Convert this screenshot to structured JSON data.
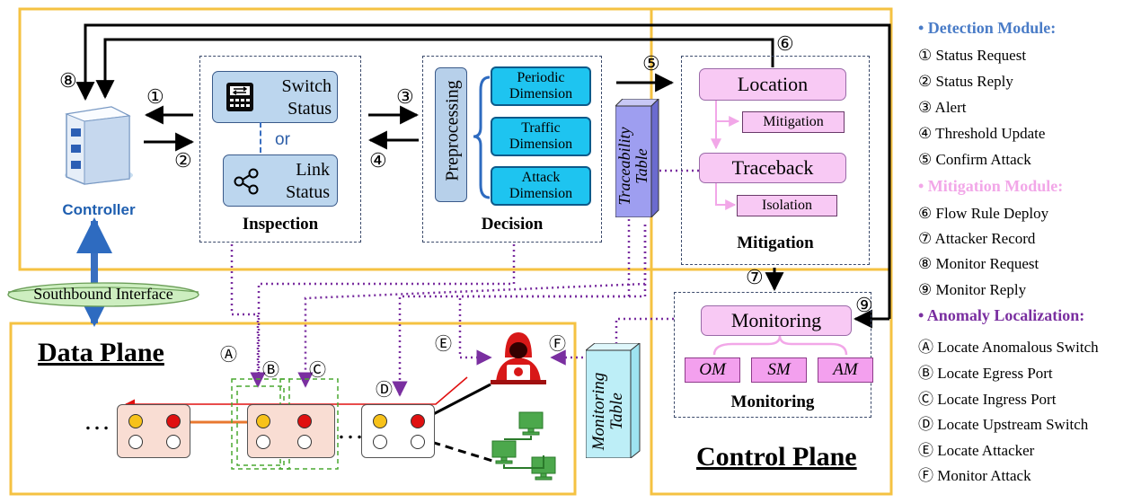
{
  "controller": {
    "label": "Controller"
  },
  "southbound": {
    "label": "Southbound Interface"
  },
  "inspection": {
    "title": "Inspection",
    "switch_status": "Switch\nStatus",
    "switch_status_l1": "Switch",
    "switch_status_l2": "Status",
    "or": "or",
    "link_status_l1": "Link",
    "link_status_l2": "Status"
  },
  "decision": {
    "title": "Decision",
    "preprocessing": "Preprocessing",
    "dims": [
      {
        "l1": "Periodic",
        "l2": "Dimension"
      },
      {
        "l1": "Traffic",
        "l2": "Dimension"
      },
      {
        "l1": "Attack",
        "l2": "Dimension"
      }
    ]
  },
  "traceability_table": "Traceability Table",
  "mitigation": {
    "title": "Mitigation",
    "location": "Location",
    "mitigation_scroll": "Mitigation",
    "traceback": "Traceback",
    "isolation_scroll": "Isolation"
  },
  "monitoring": {
    "title": "Monitoring",
    "box": "Monitoring",
    "items": [
      "OM",
      "SM",
      "AM"
    ]
  },
  "monitoring_table": "Monitoring Table",
  "data_plane": "Data Plane",
  "control_plane": "Control Plane",
  "steps": {
    "s1": "①",
    "s2": "②",
    "s3": "③",
    "s4": "④",
    "s5": "⑤",
    "s6": "⑥",
    "s7": "⑦",
    "s8": "⑧",
    "s9": "⑨"
  },
  "letters": {
    "A": "Ⓐ",
    "B": "Ⓑ",
    "C": "Ⓒ",
    "D": "Ⓓ",
    "E": "Ⓔ",
    "F": "Ⓕ"
  },
  "ellipsis": "…",
  "legend": {
    "detection_head": "• Detection Module:",
    "detection": [
      "① Status Request",
      "② Status Reply",
      "③ Alert",
      "④ Threshold Update",
      "⑤ Confirm Attack"
    ],
    "mitigation_head": "• Mitigation Module:",
    "mitigation": [
      "⑥ Flow Rule Deploy",
      "⑦ Attacker Record",
      "⑧ Monitor Request",
      "⑨ Monitor Reply"
    ],
    "anomaly_head": "• Anomaly Localization:",
    "anomaly": [
      "Ⓐ Locate Anomalous Switch",
      "Ⓑ Locate Egress Port",
      "Ⓒ Locate Ingress Port",
      "Ⓓ Locate Upstream Switch",
      "Ⓔ Locate Attacker",
      "Ⓕ Monitor Attack"
    ]
  },
  "colors": {
    "detection": "#4a7cc7",
    "mitigation": "#f2a7e8",
    "anomaly": "#7a2fa0",
    "plane_border": "#f5c242",
    "controller_text": "#1f5fb0"
  }
}
